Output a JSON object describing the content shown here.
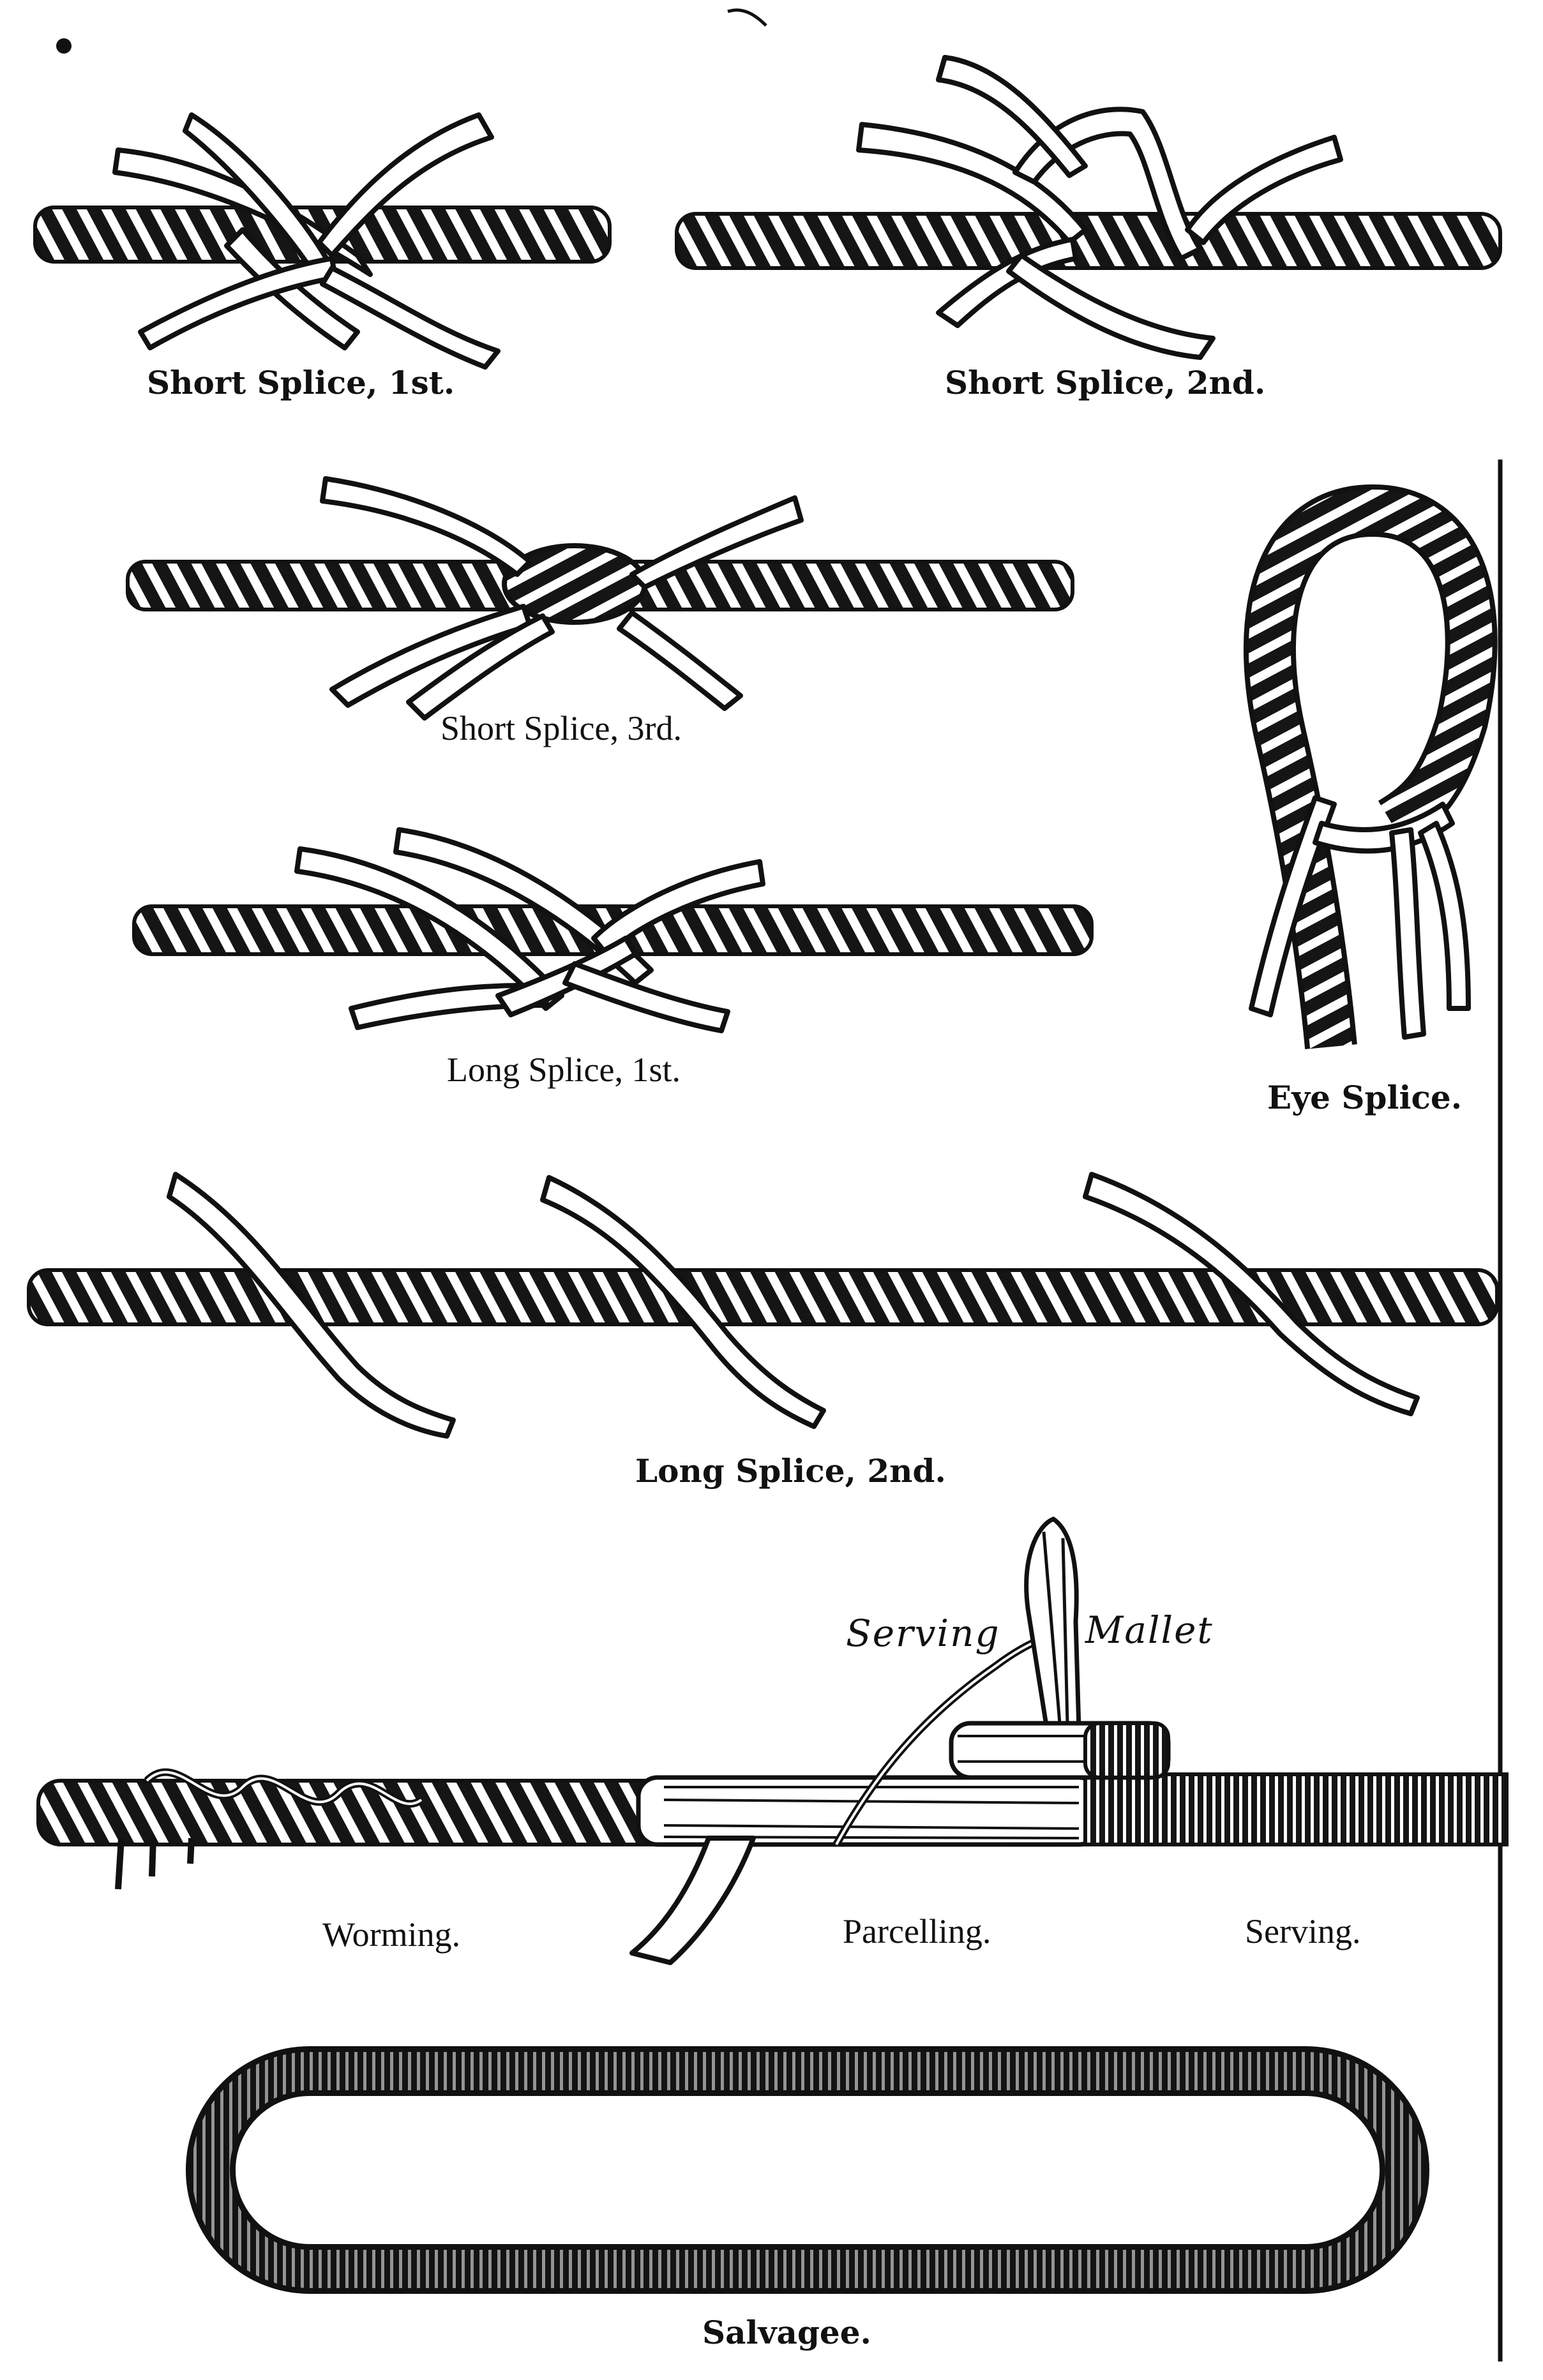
{
  "captions": {
    "short_splice_1": "Short Splice, 1st.",
    "short_splice_2": "Short Splice, 2nd.",
    "short_splice_3": "Short Splice, 3rd.",
    "long_splice_1": "Long Splice, 1st.",
    "eye_splice": "Eye Splice.",
    "long_splice_2": "Long Splice, 2nd.",
    "serving_mallet_left": "Serving",
    "serving_mallet_right": "Mallet",
    "worming": "Worming.",
    "parcelling": "Parcelling.",
    "serving": "Serving.",
    "salvagee": "Salvagee."
  },
  "colors": {
    "ink": "#111111",
    "paper": "#ffffff"
  }
}
